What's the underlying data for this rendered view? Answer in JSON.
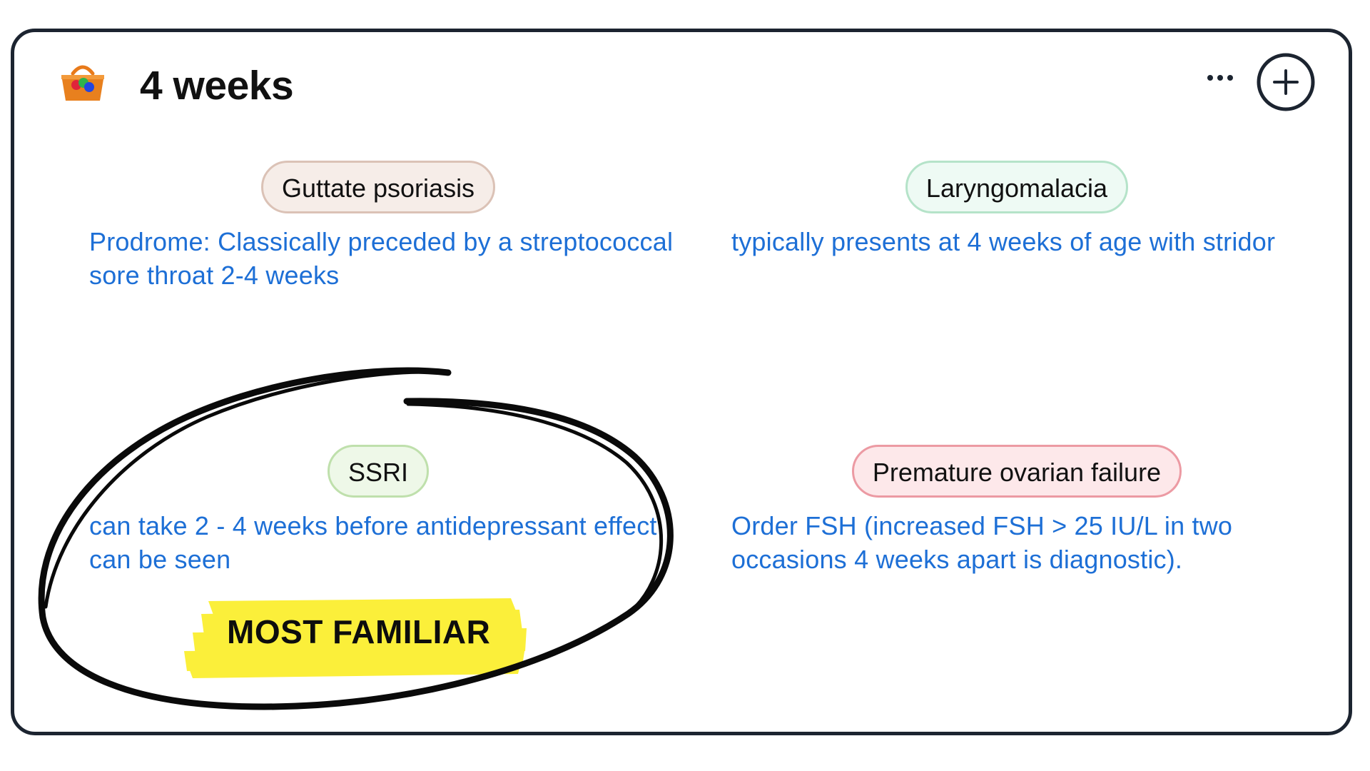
{
  "header": {
    "title": "4 weeks",
    "icon": "basket-icon",
    "more_icon": "more-horizontal-icon",
    "add_icon": "plus-circle-icon"
  },
  "cards": [
    {
      "tag": "Guttate psoriasis",
      "description": "Prodrome: Classically preceded by a streptococcal sore throat 2-4 weeks",
      "tag_color": "#f6ede8"
    },
    {
      "tag": "Laryngomalacia",
      "description": "typically presents at 4 weeks of age with stridor",
      "tag_color": "#eefaf4"
    },
    {
      "tag": "SSRI",
      "description": "can take 2 - 4 weeks before antidepressant effect can be seen",
      "tag_color": "#eef8e8"
    },
    {
      "tag": "Premature ovarian failure",
      "description": "Order FSH (increased FSH > 25 IU/L in two occasions 4 weeks apart is diagnostic).",
      "tag_color": "#fde8ea"
    }
  ],
  "annotation": {
    "label": "MOST FAMILIAR",
    "highlight_color": "#fbef3a",
    "circle_color": "#0a0a0a"
  },
  "colors": {
    "link_text": "#1d6fd6",
    "card_border": "#1c2430"
  }
}
